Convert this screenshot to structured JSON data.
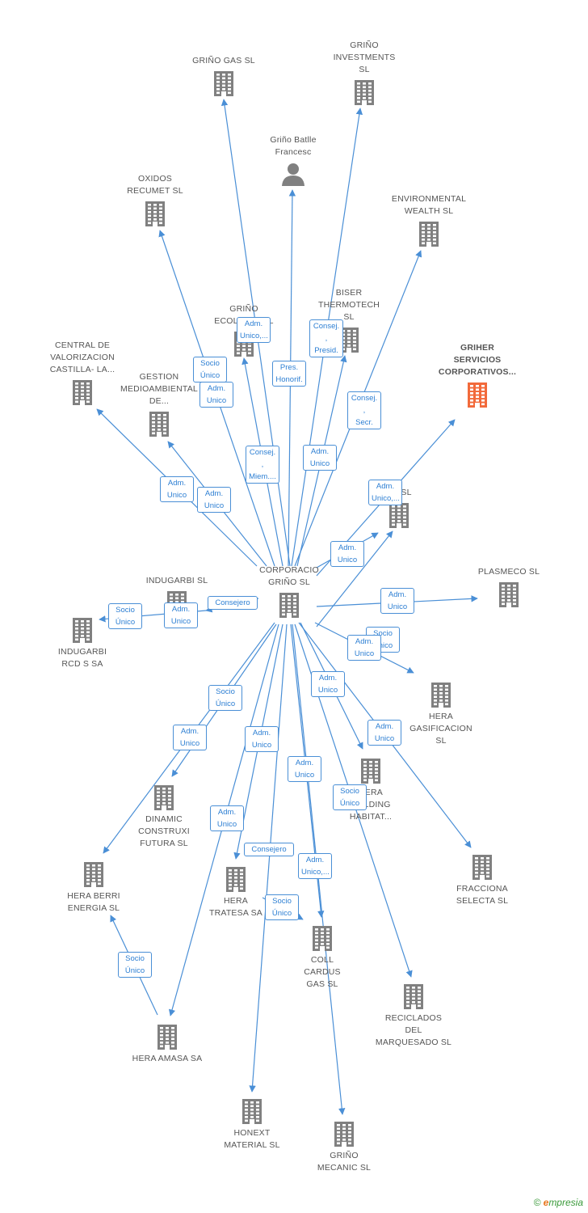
{
  "colors": {
    "edge": "#4a8fd6",
    "node": "#808080",
    "highlight": "#f26a3b"
  },
  "nodes": [
    {
      "id": "center",
      "label": [
        "CORPORACIO",
        "GRIÑO SL"
      ],
      "type": "building",
      "pos": "above"
    },
    {
      "id": "grino_gas",
      "label": [
        "GRIÑO GAS  SL"
      ],
      "type": "building",
      "pos": "above"
    },
    {
      "id": "grino_inv",
      "label": [
        "GRIÑO",
        "INVESTMENTS",
        "SL"
      ],
      "type": "building",
      "pos": "above"
    },
    {
      "id": "batlle",
      "label": [
        "Griño Batlle",
        "Francesc"
      ],
      "type": "person",
      "pos": "above"
    },
    {
      "id": "oxidos",
      "label": [
        "OXIDOS",
        "RECUMET  SL"
      ],
      "type": "building",
      "pos": "above"
    },
    {
      "id": "env",
      "label": [
        "ENVIRONMENTAL",
        "WEALTH  SL"
      ],
      "type": "building",
      "pos": "above"
    },
    {
      "id": "grino_eco",
      "label": [
        "GRIÑO",
        "ECOLOGIC SL"
      ],
      "type": "building",
      "pos": "above"
    },
    {
      "id": "biser",
      "label": [
        "BISER",
        "THERMOTECH",
        "SL"
      ],
      "type": "building",
      "pos": "above"
    },
    {
      "id": "central",
      "label": [
        "CENTRAL DE",
        "VALORIZACION",
        "CASTILLA- LA..."
      ],
      "type": "building",
      "pos": "above"
    },
    {
      "id": "gestion",
      "label": [
        "GESTION",
        "MEDIOAMBIENTAL",
        "DE..."
      ],
      "type": "building",
      "pos": "above"
    },
    {
      "id": "griher",
      "label": [
        "GRIHER",
        "SERVICIOS",
        "CORPORATIVOS..."
      ],
      "type": "building",
      "pos": "above",
      "highlight": true
    },
    {
      "id": "hs",
      "label": [
        "HS  SL"
      ],
      "type": "building",
      "pos": "above"
    },
    {
      "id": "indugarbi",
      "label": [
        "INDUGARBI SL"
      ],
      "type": "building",
      "pos": "above"
    },
    {
      "id": "indugarbi_rcd",
      "label": [
        "INDUGARBI",
        "RCD S SA"
      ],
      "type": "building",
      "pos": "below"
    },
    {
      "id": "plasmeco",
      "label": [
        "PLASMECO SL"
      ],
      "type": "building",
      "pos": "above"
    },
    {
      "id": "hera_gas",
      "label": [
        "HERA",
        "GASIFICACION",
        "SL"
      ],
      "type": "building",
      "pos": "below"
    },
    {
      "id": "hera_holding",
      "label": [
        "HERA",
        "HOLDING",
        "HABITAT..."
      ],
      "type": "building",
      "pos": "below"
    },
    {
      "id": "dinamic",
      "label": [
        "DINAMIC",
        "CONSTRUXI",
        "FUTURA SL"
      ],
      "type": "building",
      "pos": "below"
    },
    {
      "id": "hera_berri",
      "label": [
        "HERA BERRI",
        "ENERGIA  SL"
      ],
      "type": "building",
      "pos": "below"
    },
    {
      "id": "hera_tratesa",
      "label": [
        "HERA",
        "TRATESA SA"
      ],
      "type": "building",
      "pos": "below"
    },
    {
      "id": "coll",
      "label": [
        "COLL",
        "CARDUS",
        "GAS SL"
      ],
      "type": "building",
      "pos": "below"
    },
    {
      "id": "fracciona",
      "label": [
        "FRACCIONA",
        "SELECTA  SL"
      ],
      "type": "building",
      "pos": "below"
    },
    {
      "id": "reciclados",
      "label": [
        "RECICLADOS",
        "DEL",
        "MARQUESADO SL"
      ],
      "type": "building",
      "pos": "below"
    },
    {
      "id": "hera_amasa",
      "label": [
        "HERA AMASA SA"
      ],
      "type": "building",
      "pos": "below"
    },
    {
      "id": "honext",
      "label": [
        "HONEXT",
        "MATERIAL  SL"
      ],
      "type": "building",
      "pos": "below"
    },
    {
      "id": "grino_mecanic",
      "label": [
        "GRIÑO",
        "MECANIC  SL"
      ],
      "type": "building",
      "pos": "below"
    }
  ],
  "relations": [
    {
      "id": "r_eco",
      "label": [
        "Adm.",
        "Unico,..."
      ]
    },
    {
      "id": "r_biser",
      "label": [
        "Consej. ,",
        "Presid."
      ]
    },
    {
      "id": "r_socio_oxidos",
      "label": [
        "Socio",
        "Único"
      ]
    },
    {
      "id": "r_adm_oxidos",
      "label": [
        "Adm.",
        "Unico"
      ]
    },
    {
      "id": "r_batlle",
      "label": [
        "Pres.",
        "Honorif."
      ]
    },
    {
      "id": "r_env",
      "label": [
        "Consej. ,",
        "Secr."
      ]
    },
    {
      "id": "r_inv",
      "label": [
        "Consej. ,",
        "Miem...."
      ]
    },
    {
      "id": "r_gas",
      "label": [
        "Adm.",
        "Unico"
      ]
    },
    {
      "id": "r_central",
      "label": [
        "Adm.",
        "Unico"
      ]
    },
    {
      "id": "r_gestion",
      "label": [
        "Adm.",
        "Unico"
      ]
    },
    {
      "id": "r_griher",
      "label": [
        "Adm.",
        "Unico,..."
      ]
    },
    {
      "id": "r_hs",
      "label": [
        "Adm.",
        "Unico"
      ]
    },
    {
      "id": "r_indugarbi",
      "label": [
        "Consejero"
      ]
    },
    {
      "id": "r_socio_rcd",
      "label": [
        "Socio",
        "Único"
      ]
    },
    {
      "id": "r_adm_rcd",
      "label": [
        "Adm.",
        "Unico"
      ]
    },
    {
      "id": "r_plasmeco",
      "label": [
        "Adm.",
        "Unico"
      ]
    },
    {
      "id": "r_socio_heragas",
      "label": [
        "Socio",
        "Único"
      ]
    },
    {
      "id": "r_adm_heragas",
      "label": [
        "Adm.",
        "Unico"
      ]
    },
    {
      "id": "r_holding",
      "label": [
        "Adm.",
        "Unico"
      ]
    },
    {
      "id": "r_fracciona",
      "label": [
        "Adm.",
        "Unico"
      ]
    },
    {
      "id": "r_socio_dinamic",
      "label": [
        "Socio",
        "Único"
      ]
    },
    {
      "id": "r_adm_dinamic",
      "label": [
        "Adm.",
        "Unico"
      ]
    },
    {
      "id": "r_tratesa",
      "label": [
        "Adm.",
        "Unico"
      ]
    },
    {
      "id": "r_coll",
      "label": [
        "Adm.",
        "Unico"
      ]
    },
    {
      "id": "r_socio_holding",
      "label": [
        "Socio",
        "Único"
      ]
    },
    {
      "id": "r_amasa",
      "label": [
        "Adm.",
        "Unico"
      ]
    },
    {
      "id": "r_honext",
      "label": [
        "Consejero"
      ]
    },
    {
      "id": "r_mecanic",
      "label": [
        "Adm.",
        "Unico,..."
      ]
    },
    {
      "id": "r_socio_coll",
      "label": [
        "Socio",
        "Único"
      ]
    },
    {
      "id": "r_socio_berri",
      "label": [
        "Socio",
        "Único"
      ]
    }
  ],
  "footer": {
    "copyright": "©",
    "brand_initial": "e",
    "brand_rest": "mpresia"
  }
}
